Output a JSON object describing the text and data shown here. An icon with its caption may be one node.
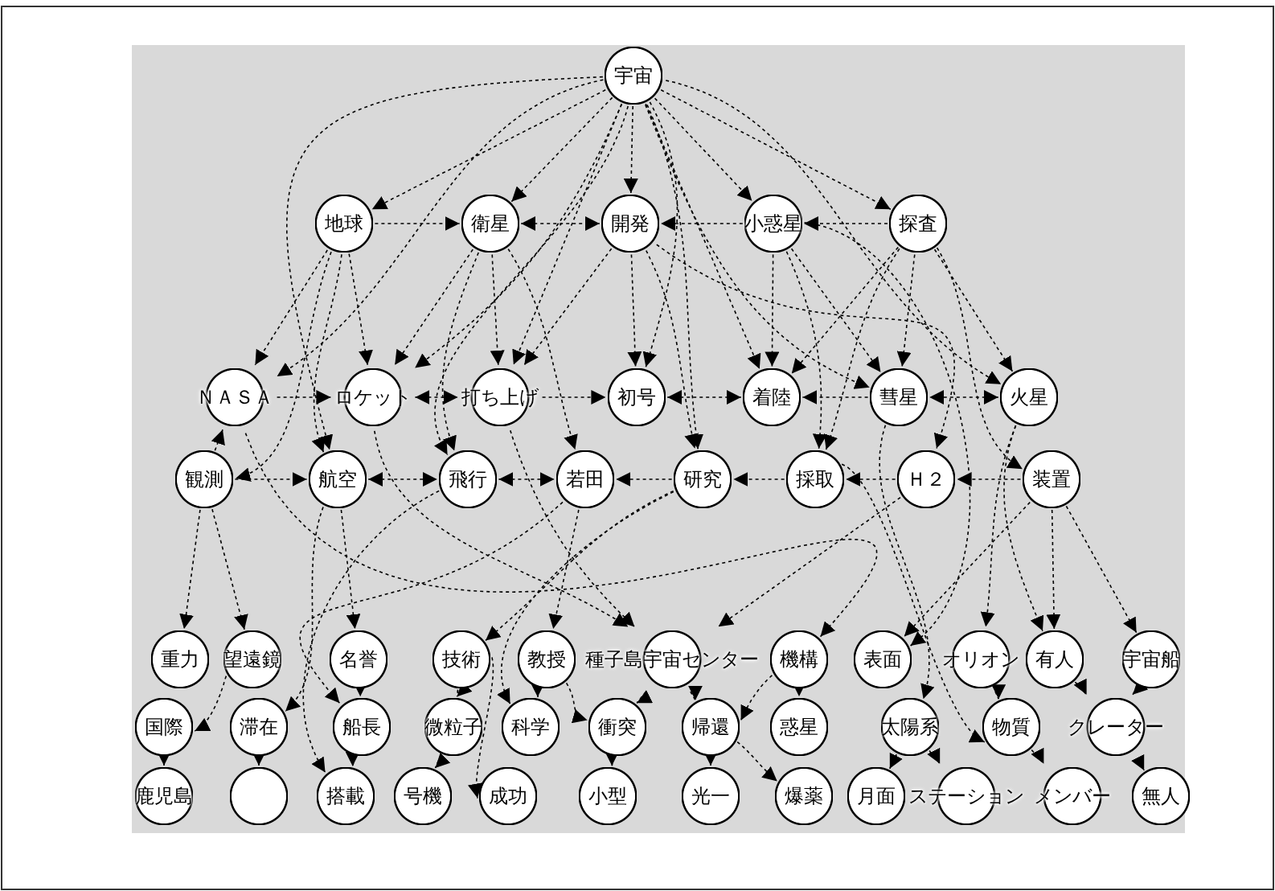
{
  "diagram": {
    "nodes": [
      {
        "text": [
          "宇宙"
        ]
      },
      {
        "text": [
          "地球"
        ]
      },
      {
        "text": [
          "衛星"
        ]
      },
      {
        "text": [
          "開発"
        ]
      },
      {
        "text": [
          "小惑星"
        ]
      },
      {
        "text": [
          "探査"
        ]
      },
      {
        "text": [
          "ＮＡＳＡ"
        ]
      },
      {
        "text": [
          "ロケット"
        ]
      },
      {
        "text": [
          "打ち上げ"
        ]
      },
      {
        "text": [
          "初号"
        ]
      },
      {
        "text": [
          "着陸"
        ]
      },
      {
        "text": [
          "彗星"
        ]
      },
      {
        "text": [
          "火星"
        ]
      },
      {
        "text": [
          "観測"
        ]
      },
      {
        "text": [
          "航空"
        ]
      },
      {
        "text": [
          "飛行"
        ]
      },
      {
        "text": [
          "若田"
        ]
      },
      {
        "text": [
          "研究"
        ]
      },
      {
        "text": [
          "採取"
        ]
      },
      {
        "text": [
          "Ｈ２"
        ]
      },
      {
        "text": [
          "装置"
        ]
      },
      {
        "text": [
          "重力"
        ]
      },
      {
        "text": [
          "望遠鏡"
        ]
      },
      {
        "text": [
          "名誉"
        ]
      },
      {
        "text": [
          "技術"
        ]
      },
      {
        "text": [
          "教授"
        ]
      },
      {
        "text": [
          "種子島宇宙センター"
        ]
      },
      {
        "text": [
          "機構"
        ]
      },
      {
        "text": [
          "表面"
        ]
      },
      {
        "text": [
          "オリオン"
        ]
      },
      {
        "text": [
          "有人"
        ]
      },
      {
        "text": [
          "宇宙船"
        ]
      },
      {
        "text": [
          "国際"
        ]
      },
      {
        "text": [
          "滞在"
        ]
      },
      {
        "text": [
          "船長"
        ]
      },
      {
        "text": [
          "微粒子"
        ]
      },
      {
        "text": [
          "科学"
        ]
      },
      {
        "text": [
          "衝突"
        ]
      },
      {
        "text": [
          "帰還"
        ]
      },
      {
        "text": [
          "惑星"
        ]
      },
      {
        "text": [
          "太陽系"
        ]
      },
      {
        "text": [
          "物質"
        ]
      },
      {
        "text": [
          "クレーター"
        ]
      },
      {
        "text": [
          "鹿児島"
        ]
      },
      {
        "text": [],
        "shape": "circle"
      },
      {
        "text": [
          "搭載"
        ]
      },
      {
        "text": [
          "号機"
        ]
      },
      {
        "text": [
          "成功"
        ]
      },
      {
        "text": [
          "小型"
        ]
      },
      {
        "text": [
          "光一"
        ]
      },
      {
        "text": [
          "爆薬"
        ]
      },
      {
        "text": [
          "月面"
        ]
      },
      {
        "text": [
          "ステーション"
        ]
      },
      {
        "text": [
          "メンバー"
        ]
      },
      {
        "text": [
          "無人"
        ]
      }
    ],
    "edges": [
      {
        "from": 0,
        "to": 1,
        "arrow": "to"
      },
      {
        "from": 0,
        "to": 2,
        "arrow": "to"
      },
      {
        "from": 0,
        "to": 3,
        "arrow": "to"
      },
      {
        "from": 0,
        "to": 4,
        "arrow": "to"
      },
      {
        "from": 0,
        "to": 5,
        "arrow": "to"
      },
      {
        "from": 0,
        "to": 6,
        "arrow": "to"
      },
      {
        "from": 0,
        "to": 7,
        "arrow": "to"
      },
      {
        "from": 0,
        "to": 8,
        "arrow": "to"
      },
      {
        "from": 0,
        "to": 9,
        "arrow": "to"
      },
      {
        "from": 0,
        "to": 10,
        "arrow": "to"
      },
      {
        "from": 0,
        "to": 11,
        "arrow": "to"
      },
      {
        "from": 0,
        "to": 12,
        "arrow": "to"
      },
      {
        "from": 0,
        "to": 14,
        "arrow": "to"
      },
      {
        "from": 0,
        "to": 15,
        "arrow": "to"
      },
      {
        "from": 0,
        "to": 17,
        "arrow": "to"
      },
      {
        "from": 1,
        "to": 2,
        "arrow": "to"
      },
      {
        "from": 2,
        "to": 3,
        "arrow": "both"
      },
      {
        "from": 4,
        "to": 3,
        "arrow": "to"
      },
      {
        "from": 5,
        "to": 4,
        "arrow": "to"
      },
      {
        "from": 1,
        "to": 6,
        "arrow": "to"
      },
      {
        "from": 1,
        "to": 7,
        "arrow": "to"
      },
      {
        "from": 1,
        "to": 13,
        "arrow": "to"
      },
      {
        "from": 1,
        "to": 14,
        "arrow": "to"
      },
      {
        "from": 2,
        "to": 7,
        "arrow": "to"
      },
      {
        "from": 2,
        "to": 8,
        "arrow": "to"
      },
      {
        "from": 2,
        "to": 15,
        "arrow": "to"
      },
      {
        "from": 2,
        "to": 16,
        "arrow": "to"
      },
      {
        "from": 3,
        "to": 8,
        "arrow": "to"
      },
      {
        "from": 3,
        "to": 9,
        "arrow": "to"
      },
      {
        "from": 3,
        "to": 17,
        "arrow": "to"
      },
      {
        "from": 3,
        "to": 19,
        "arrow": "to"
      },
      {
        "from": 4,
        "to": 10,
        "arrow": "to"
      },
      {
        "from": 4,
        "to": 11,
        "arrow": "to"
      },
      {
        "from": 4,
        "to": 18,
        "arrow": "to"
      },
      {
        "from": 4,
        "to": 28,
        "arrow": "to"
      },
      {
        "from": 5,
        "to": 10,
        "arrow": "to"
      },
      {
        "from": 5,
        "to": 11,
        "arrow": "to"
      },
      {
        "from": 5,
        "to": 12,
        "arrow": "to"
      },
      {
        "from": 5,
        "to": 18,
        "arrow": "to"
      },
      {
        "from": 5,
        "to": 20,
        "arrow": "to"
      },
      {
        "from": 6,
        "to": 7,
        "arrow": "to"
      },
      {
        "from": 7,
        "to": 8,
        "arrow": "both"
      },
      {
        "from": 8,
        "to": 9,
        "arrow": "to"
      },
      {
        "from": 9,
        "to": 10,
        "arrow": "both"
      },
      {
        "from": 11,
        "to": 10,
        "arrow": "to"
      },
      {
        "from": 12,
        "to": 11,
        "arrow": "both"
      },
      {
        "from": 13,
        "to": 6,
        "arrow": "to"
      },
      {
        "from": 13,
        "to": 14,
        "arrow": "to"
      },
      {
        "from": 14,
        "to": 15,
        "arrow": "both"
      },
      {
        "from": 15,
        "to": 16,
        "arrow": "both"
      },
      {
        "from": 17,
        "to": 16,
        "arrow": "to"
      },
      {
        "from": 18,
        "to": 17,
        "arrow": "to"
      },
      {
        "from": 19,
        "to": 18,
        "arrow": "to"
      },
      {
        "from": 20,
        "to": 19,
        "arrow": "to"
      },
      {
        "from": 13,
        "to": 21,
        "arrow": "to"
      },
      {
        "from": 13,
        "to": 22,
        "arrow": "to"
      },
      {
        "from": 14,
        "to": 23,
        "arrow": "to"
      },
      {
        "from": 16,
        "to": 25,
        "arrow": "to"
      },
      {
        "from": 38,
        "to": 49,
        "arrow": "to"
      },
      {
        "from": 16,
        "to": 34,
        "arrow": "to"
      },
      {
        "from": 15,
        "to": 45,
        "arrow": "to"
      },
      {
        "from": 17,
        "to": 24,
        "arrow": "to"
      },
      {
        "from": 17,
        "to": 36,
        "arrow": "to"
      },
      {
        "from": 24,
        "to": 35,
        "arrow": "to"
      },
      {
        "from": 18,
        "to": 41,
        "arrow": "to"
      },
      {
        "from": 19,
        "to": 26,
        "arrow": "to"
      },
      {
        "from": 20,
        "to": 28,
        "arrow": "to"
      },
      {
        "from": 20,
        "to": 30,
        "arrow": "to"
      },
      {
        "from": 20,
        "to": 31,
        "arrow": "to"
      },
      {
        "from": 22,
        "to": 32,
        "arrow": "to"
      },
      {
        "from": 14,
        "to": 33,
        "arrow": "to"
      },
      {
        "from": 23,
        "to": 34,
        "arrow": "to"
      },
      {
        "from": 34,
        "to": 45,
        "arrow": "to"
      },
      {
        "from": 35,
        "to": 46,
        "arrow": "to"
      },
      {
        "from": 24,
        "to": 47,
        "arrow": "to"
      },
      {
        "from": 25,
        "to": 36,
        "arrow": "to"
      },
      {
        "from": 26,
        "to": 37,
        "arrow": "to"
      },
      {
        "from": 26,
        "to": 38,
        "arrow": "to"
      },
      {
        "from": 27,
        "to": 38,
        "arrow": "to"
      },
      {
        "from": 6,
        "to": 27,
        "arrow": "to"
      },
      {
        "from": 40,
        "to": 52,
        "arrow": "to"
      },
      {
        "from": 41,
        "to": 53,
        "arrow": "to"
      },
      {
        "from": 12,
        "to": 29,
        "arrow": "to"
      },
      {
        "from": 12,
        "to": 30,
        "arrow": "to"
      },
      {
        "from": 11,
        "to": 40,
        "arrow": "to"
      },
      {
        "from": 40,
        "to": 51,
        "arrow": "to"
      },
      {
        "from": 27,
        "to": 39,
        "arrow": "to"
      },
      {
        "from": 25,
        "to": 37,
        "arrow": "to"
      },
      {
        "from": 37,
        "to": 48,
        "arrow": "to"
      },
      {
        "from": 38,
        "to": 50,
        "arrow": "to"
      },
      {
        "from": 29,
        "to": 41,
        "arrow": "to"
      },
      {
        "from": 30,
        "to": 42,
        "arrow": "to"
      },
      {
        "from": 31,
        "to": 42,
        "arrow": "to"
      },
      {
        "from": 42,
        "to": 54,
        "arrow": "to"
      },
      {
        "from": 7,
        "to": 26,
        "arrow": "to"
      },
      {
        "from": 8,
        "to": 26,
        "arrow": "to"
      },
      {
        "from": 32,
        "to": 43,
        "arrow": "to"
      },
      {
        "from": 33,
        "to": 44,
        "arrow": "to"
      }
    ]
  }
}
